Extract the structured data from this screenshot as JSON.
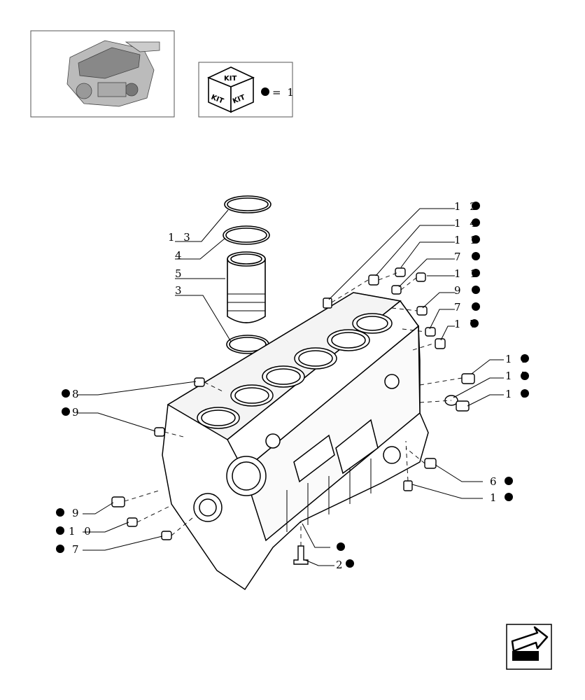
{
  "kit_legend": {
    "kit_face_text": "KIT",
    "equals_text": "= 1"
  },
  "callouts": [
    {
      "id": "c13a",
      "text": "1 3",
      "dot": false
    },
    {
      "id": "c4a",
      "text": "4",
      "dot": false
    },
    {
      "id": "c5a",
      "text": "5",
      "dot": false
    },
    {
      "id": "c3a",
      "text": "3",
      "dot": false
    },
    {
      "id": "c12",
      "text": "1 2",
      "dot": true
    },
    {
      "id": "c14",
      "text": "1 4",
      "dot": true
    },
    {
      "id": "c11a",
      "text": "1 1",
      "dot": true
    },
    {
      "id": "c7a",
      "text": "7",
      "dot": true
    },
    {
      "id": "c11b",
      "text": "1 1",
      "dot": true
    },
    {
      "id": "c9a",
      "text": "9",
      "dot": true
    },
    {
      "id": "c7b",
      "text": "7",
      "dot": true
    },
    {
      "id": "c17",
      "text": "1 7",
      "dot": true
    },
    {
      "id": "c11c",
      "text": "1 1",
      "dot": true
    },
    {
      "id": "c15",
      "text": "1 5",
      "dot": true
    },
    {
      "id": "c18",
      "text": "1 8",
      "dot": true
    },
    {
      "id": "c8",
      "text": "8",
      "dot": true
    },
    {
      "id": "c9b",
      "text": "9",
      "dot": true
    },
    {
      "id": "c6",
      "text": "6",
      "dot": true
    },
    {
      "id": "c16",
      "text": "1 6",
      "dot": true
    },
    {
      "id": "c9c",
      "text": "9",
      "dot": true
    },
    {
      "id": "c10",
      "text": "1 0",
      "dot": true
    },
    {
      "id": "c7c",
      "text": "7",
      "dot": true
    },
    {
      "id": "c1",
      "text": "",
      "dot": true
    },
    {
      "id": "c2",
      "text": "2",
      "dot": true
    }
  ],
  "icons": {
    "thumbnail": "engine-thumbnail-icon",
    "kit": "kit-cube-icon",
    "nav": "next-page-arrow-icon"
  }
}
